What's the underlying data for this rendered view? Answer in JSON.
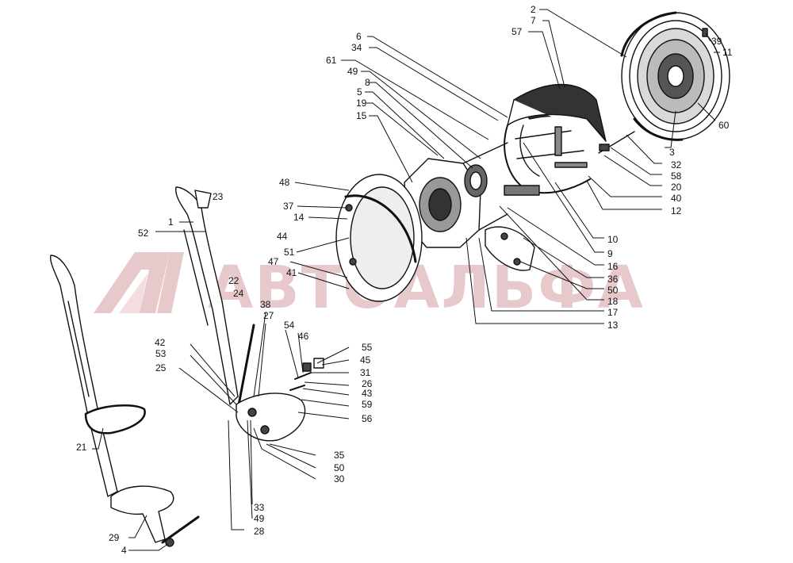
{
  "watermark": {
    "text": "АВТОАЛЬФА",
    "color": "#e7c9cc"
  },
  "callouts": [
    "1",
    "2",
    "3",
    "4",
    "5",
    "6",
    "7",
    "8",
    "9",
    "10",
    "11",
    "12",
    "13",
    "14",
    "15",
    "16",
    "17",
    "18",
    "19",
    "20",
    "21",
    "22",
    "23",
    "24",
    "25",
    "26",
    "27",
    "28",
    "29",
    "30",
    "31",
    "32",
    "33",
    "34",
    "35",
    "36",
    "37",
    "38",
    "39",
    "40",
    "41",
    "42",
    "43",
    "44",
    "45",
    "46",
    "47",
    "48",
    "49",
    "50",
    "51",
    "52",
    "53",
    "54",
    "55",
    "56",
    "57",
    "58",
    "59",
    "60",
    "61"
  ]
}
